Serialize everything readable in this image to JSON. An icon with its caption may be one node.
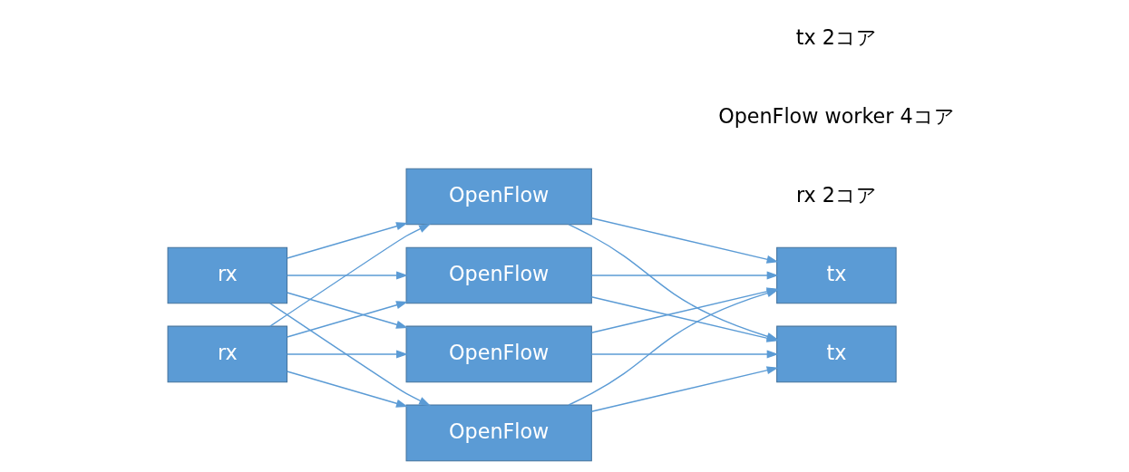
{
  "diagram": {
    "nodes": [
      {
        "text": [
          "rx"
        ]
      },
      {
        "text": [
          "rx"
        ]
      },
      {
        "text": [
          "OpenFlow"
        ]
      },
      {
        "text": [
          "OpenFlow"
        ]
      },
      {
        "text": [
          "OpenFlow"
        ]
      },
      {
        "text": [
          "OpenFlow"
        ]
      },
      {
        "text": [
          "tx"
        ]
      },
      {
        "text": [
          "tx"
        ]
      }
    ],
    "edges": [
      {
        "from": 0,
        "to": 2,
        "arrow": "to"
      },
      {
        "from": 0,
        "to": 3,
        "arrow": "to"
      },
      {
        "from": 0,
        "to": 4,
        "arrow": "to"
      },
      {
        "from": 0,
        "to": 5,
        "arrow": "to"
      },
      {
        "from": 1,
        "to": 2,
        "arrow": "to"
      },
      {
        "from": 1,
        "to": 3,
        "arrow": "to"
      },
      {
        "from": 1,
        "to": 4,
        "arrow": "to"
      },
      {
        "from": 1,
        "to": 5,
        "arrow": "to"
      },
      {
        "from": 2,
        "to": 6,
        "arrow": "to"
      },
      {
        "from": 2,
        "to": 7,
        "arrow": "to"
      },
      {
        "from": 3,
        "to": 6,
        "arrow": "to"
      },
      {
        "from": 3,
        "to": 7,
        "arrow": "to"
      },
      {
        "from": 4,
        "to": 6,
        "arrow": "to"
      },
      {
        "from": 4,
        "to": 7,
        "arrow": "to"
      },
      {
        "from": 5,
        "to": 6,
        "arrow": "to"
      },
      {
        "from": 5,
        "to": 7,
        "arrow": "to"
      }
    ],
    "labels": [
      "rx 2コア",
      "OpenFlow worker 4コア",
      "tx 2コア"
    ]
  }
}
